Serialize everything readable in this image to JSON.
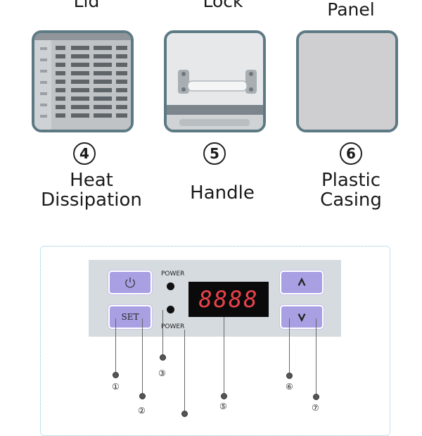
{
  "top_captions": {
    "left": "Lid",
    "middle": "Lock",
    "right": "Panel"
  },
  "features": [
    {
      "number": "4",
      "label_line1": "Heat",
      "label_line2": "Dissipation"
    },
    {
      "number": "5",
      "label_line1": "Handle",
      "label_line2": ""
    },
    {
      "number": "6",
      "label_line1": "Plastic",
      "label_line2": "Casing"
    }
  ],
  "control_panel": {
    "power_button_icon": "power-icon",
    "set_button_label": "SET",
    "power_label_top": "POWER",
    "power_label_bottom": "POWER",
    "display_value": "8888",
    "up_button_icon": "caret-up-icon",
    "down_button_icon": "caret-down-icon",
    "callouts": [
      "①",
      "②",
      "③",
      "⑤",
      "⑥",
      "⑦"
    ],
    "colors": {
      "button": "#a99fe3",
      "display_digits": "#e8424a",
      "panel": "#d6dbe0",
      "frame": "#7fc4d9"
    }
  }
}
